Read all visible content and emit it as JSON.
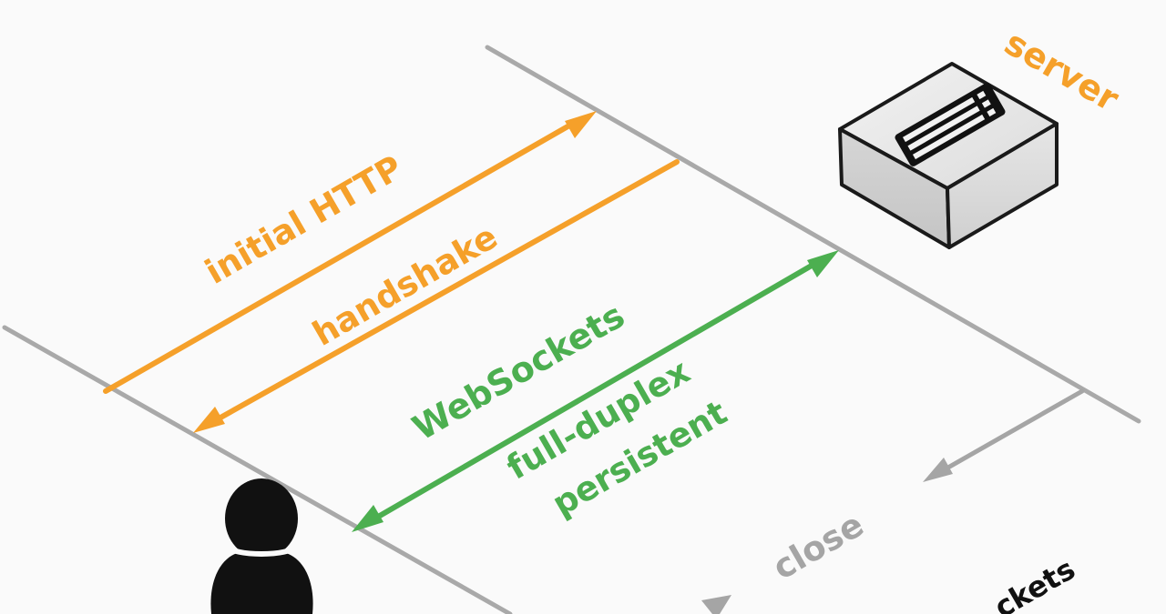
{
  "colors": {
    "background": "#fafafa",
    "timeline": "#a9a9a9",
    "http": "#f5a02a",
    "websocket": "#4caf50",
    "close": "#a5a5a5",
    "icon": "#111111"
  },
  "icons": {
    "server": "server-icon",
    "client": "user-icon"
  },
  "labels": {
    "server": "server",
    "initial_http": "initial HTTP",
    "handshake": "handshake",
    "websockets": "WebSockets",
    "full_duplex": "full-duplex",
    "persistent": "persistent",
    "close": "close",
    "cut_off": "ckets"
  }
}
